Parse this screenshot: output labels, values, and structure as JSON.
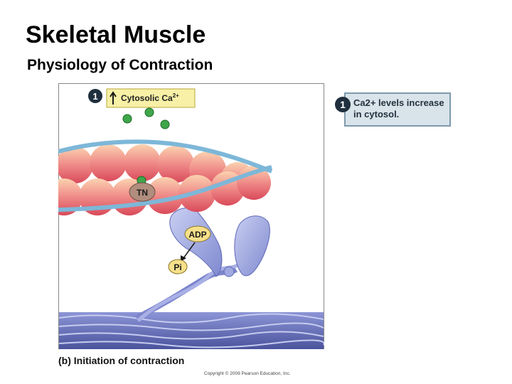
{
  "slide": {
    "title": "Skeletal Muscle",
    "subtitle": "Physiology of Contraction"
  },
  "figure": {
    "panel_label": "1",
    "cytosolic_label": "Cytosolic Ca",
    "cytosolic_sup": "2+",
    "tn_label": "TN",
    "adp_label": "ADP",
    "pi_label": "Pi",
    "caption": "(b) Initiation of contraction",
    "copyright": "Copyright © 2009 Pearson Education, Inc."
  },
  "step": {
    "number": "1",
    "text_line1": "Ca2+ levels increase",
    "text_line2": "in cytosol."
  },
  "colors": {
    "actin_bead": "#e8707a",
    "actin_bead_light": "#f7c2a0",
    "tropomyosin": "#8fc4e0",
    "myosin": "#9fa8e0",
    "thick_filament": "#5a63b0",
    "calcium": "#3fa64a",
    "pi_bubble": "#f6e08a"
  }
}
